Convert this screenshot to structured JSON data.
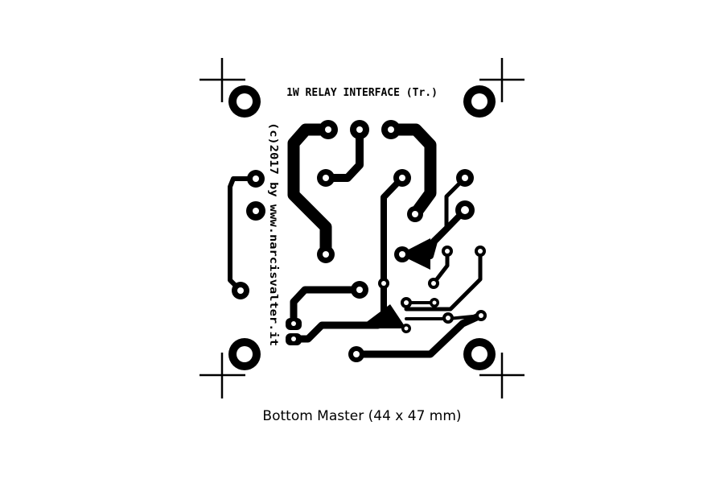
{
  "board": {
    "title": "1W RELAY INTERFACE (Tr.)",
    "credit": "(c)2017 by www.narcisvalter.it",
    "caption": "Bottom Master (44 x 47 mm)"
  },
  "colors": {
    "copper": "#000000",
    "background": "#ffffff",
    "drill": "#ffffff"
  }
}
